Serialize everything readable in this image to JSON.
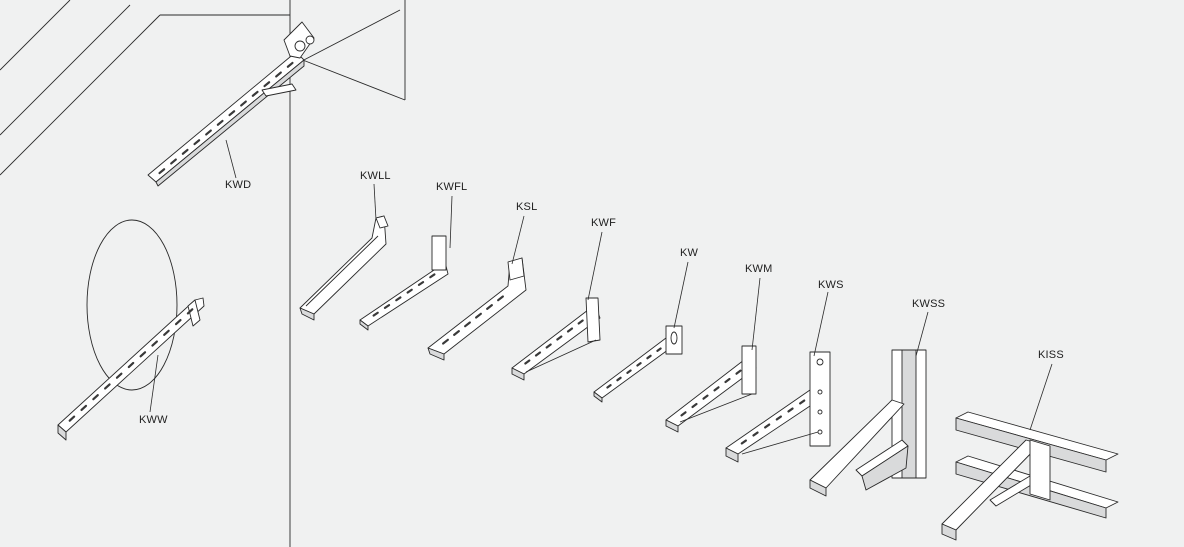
{
  "diagram": {
    "labels": {
      "kwd": "KWD",
      "kww": "KWW",
      "kwll": "KWLL",
      "kwfl": "KWFL",
      "ksl": "KSL",
      "kwf": "KWF",
      "kw": "KW",
      "kwm": "KWM",
      "kws": "KWS",
      "kwss": "KWSS",
      "kiss": "KISS"
    }
  }
}
